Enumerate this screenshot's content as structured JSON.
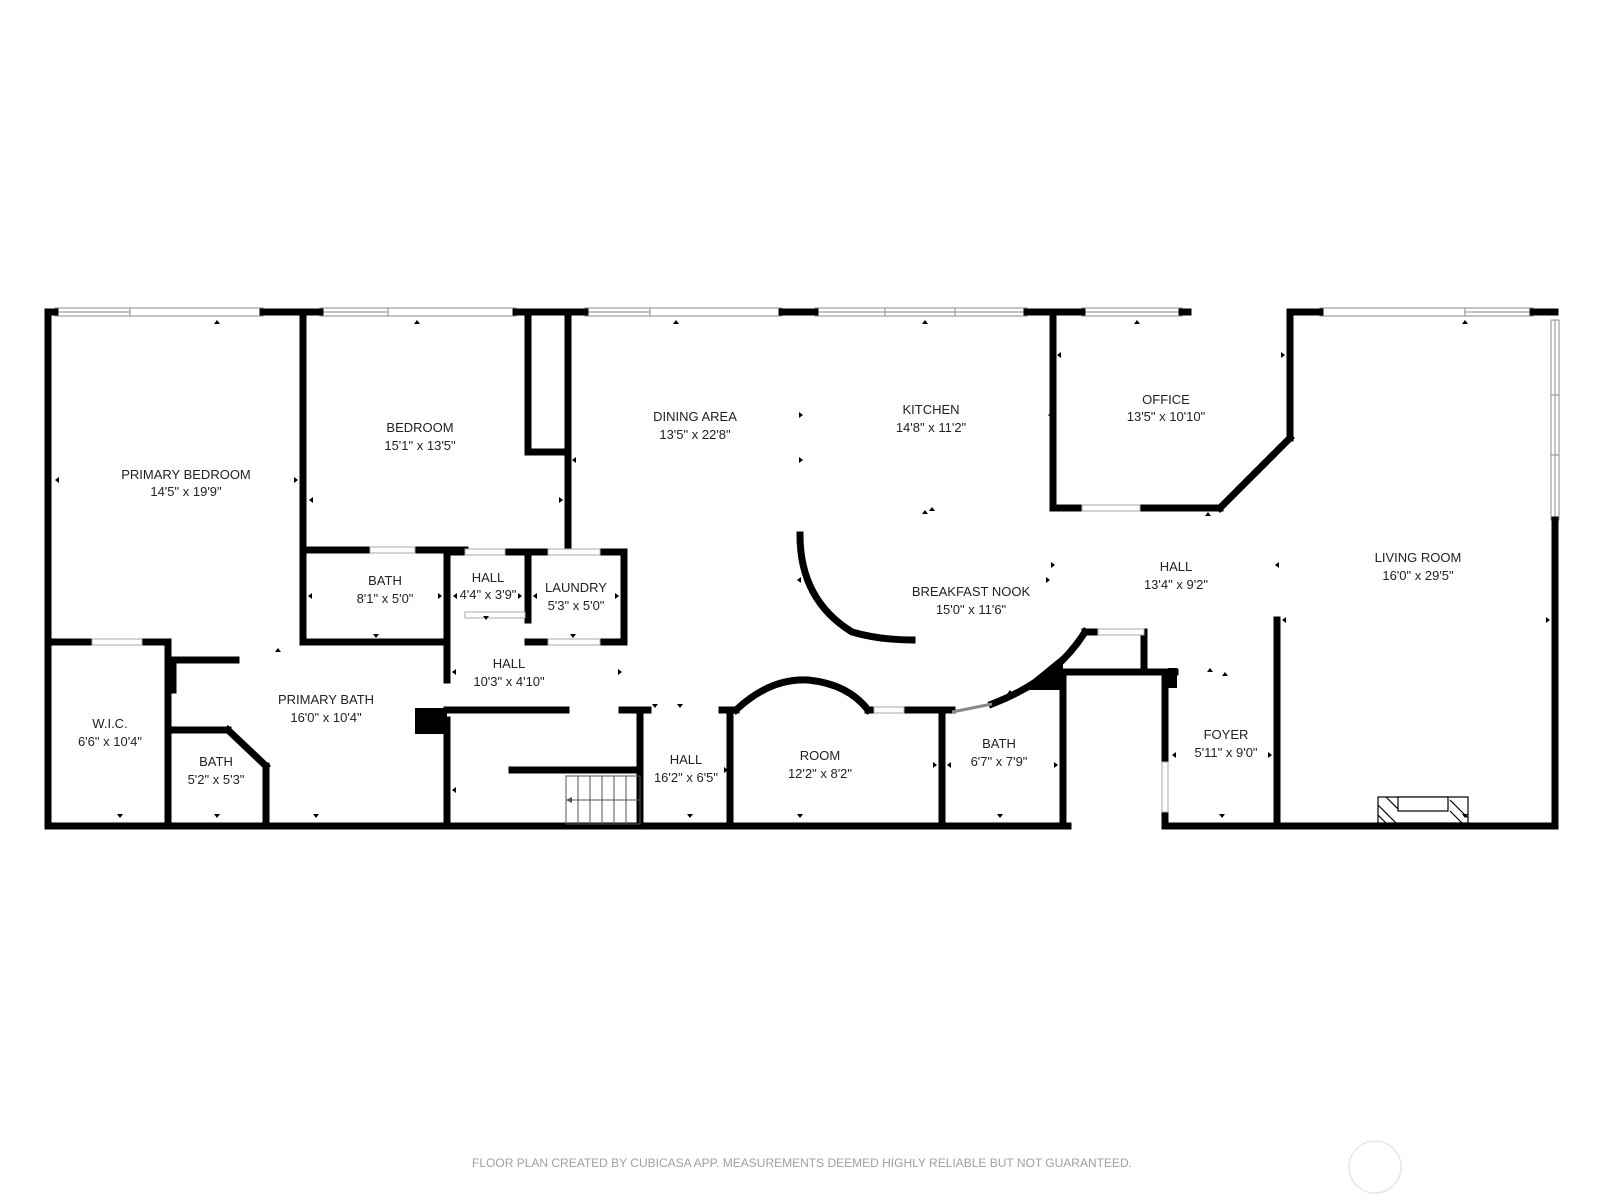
{
  "rooms": [
    {
      "id": "primary-bedroom",
      "name": "PRIMARY BEDROOM",
      "dims": "14'5\" x 19'9\""
    },
    {
      "id": "bedroom",
      "name": "BEDROOM",
      "dims": "15'1\" x 13'5\""
    },
    {
      "id": "dining-area",
      "name": "DINING AREA",
      "dims": "13'5\" x 22'8\""
    },
    {
      "id": "kitchen",
      "name": "KITCHEN",
      "dims": "14'8\" x 11'2\""
    },
    {
      "id": "office",
      "name": "OFFICE",
      "dims": "13'5\" x 10'10\""
    },
    {
      "id": "bath-upper",
      "name": "BATH",
      "dims": "8'1\" x 5'0\""
    },
    {
      "id": "hall-small",
      "name": "HALL",
      "dims": "4'4\" x 3'9\""
    },
    {
      "id": "laundry",
      "name": "LAUNDRY",
      "dims": "5'3\" x 5'0\""
    },
    {
      "id": "breakfast-nook",
      "name": "BREAKFAST NOOK",
      "dims": "15'0\" x 11'6\""
    },
    {
      "id": "hall-center",
      "name": "HALL",
      "dims": "13'4\" x 9'2\""
    },
    {
      "id": "living-room",
      "name": "LIVING ROOM",
      "dims": "16'0\" x 29'5\""
    },
    {
      "id": "hall-lower",
      "name": "HALL",
      "dims": "10'3\" x 4'10\""
    },
    {
      "id": "primary-bath",
      "name": "PRIMARY BATH",
      "dims": "16'0\" x 10'4\""
    },
    {
      "id": "wic",
      "name": "W.I.C.",
      "dims": "6'6\" x 10'4\""
    },
    {
      "id": "bath-small",
      "name": "BATH",
      "dims": "5'2\" x 5'3\""
    },
    {
      "id": "hall-stairs",
      "name": "HALL",
      "dims": "16'2\" x 6'5\""
    },
    {
      "id": "room",
      "name": "ROOM",
      "dims": "12'2\" x 8'2\""
    },
    {
      "id": "bath-lower",
      "name": "BATH",
      "dims": "6'7\" x 7'9\""
    },
    {
      "id": "foyer",
      "name": "FOYER",
      "dims": "5'11\" x 9'0\""
    }
  ],
  "footer": {
    "text": "FLOOR PLAN CREATED BY CUBICASA APP. MEASUREMENTS DEEMED HIGHLY RELIABLE BUT NOT GUARANTEED."
  },
  "colors": {
    "wall": "#000000",
    "background": "#ffffff",
    "text": "#222222",
    "footer_text": "#a0a0a0"
  }
}
